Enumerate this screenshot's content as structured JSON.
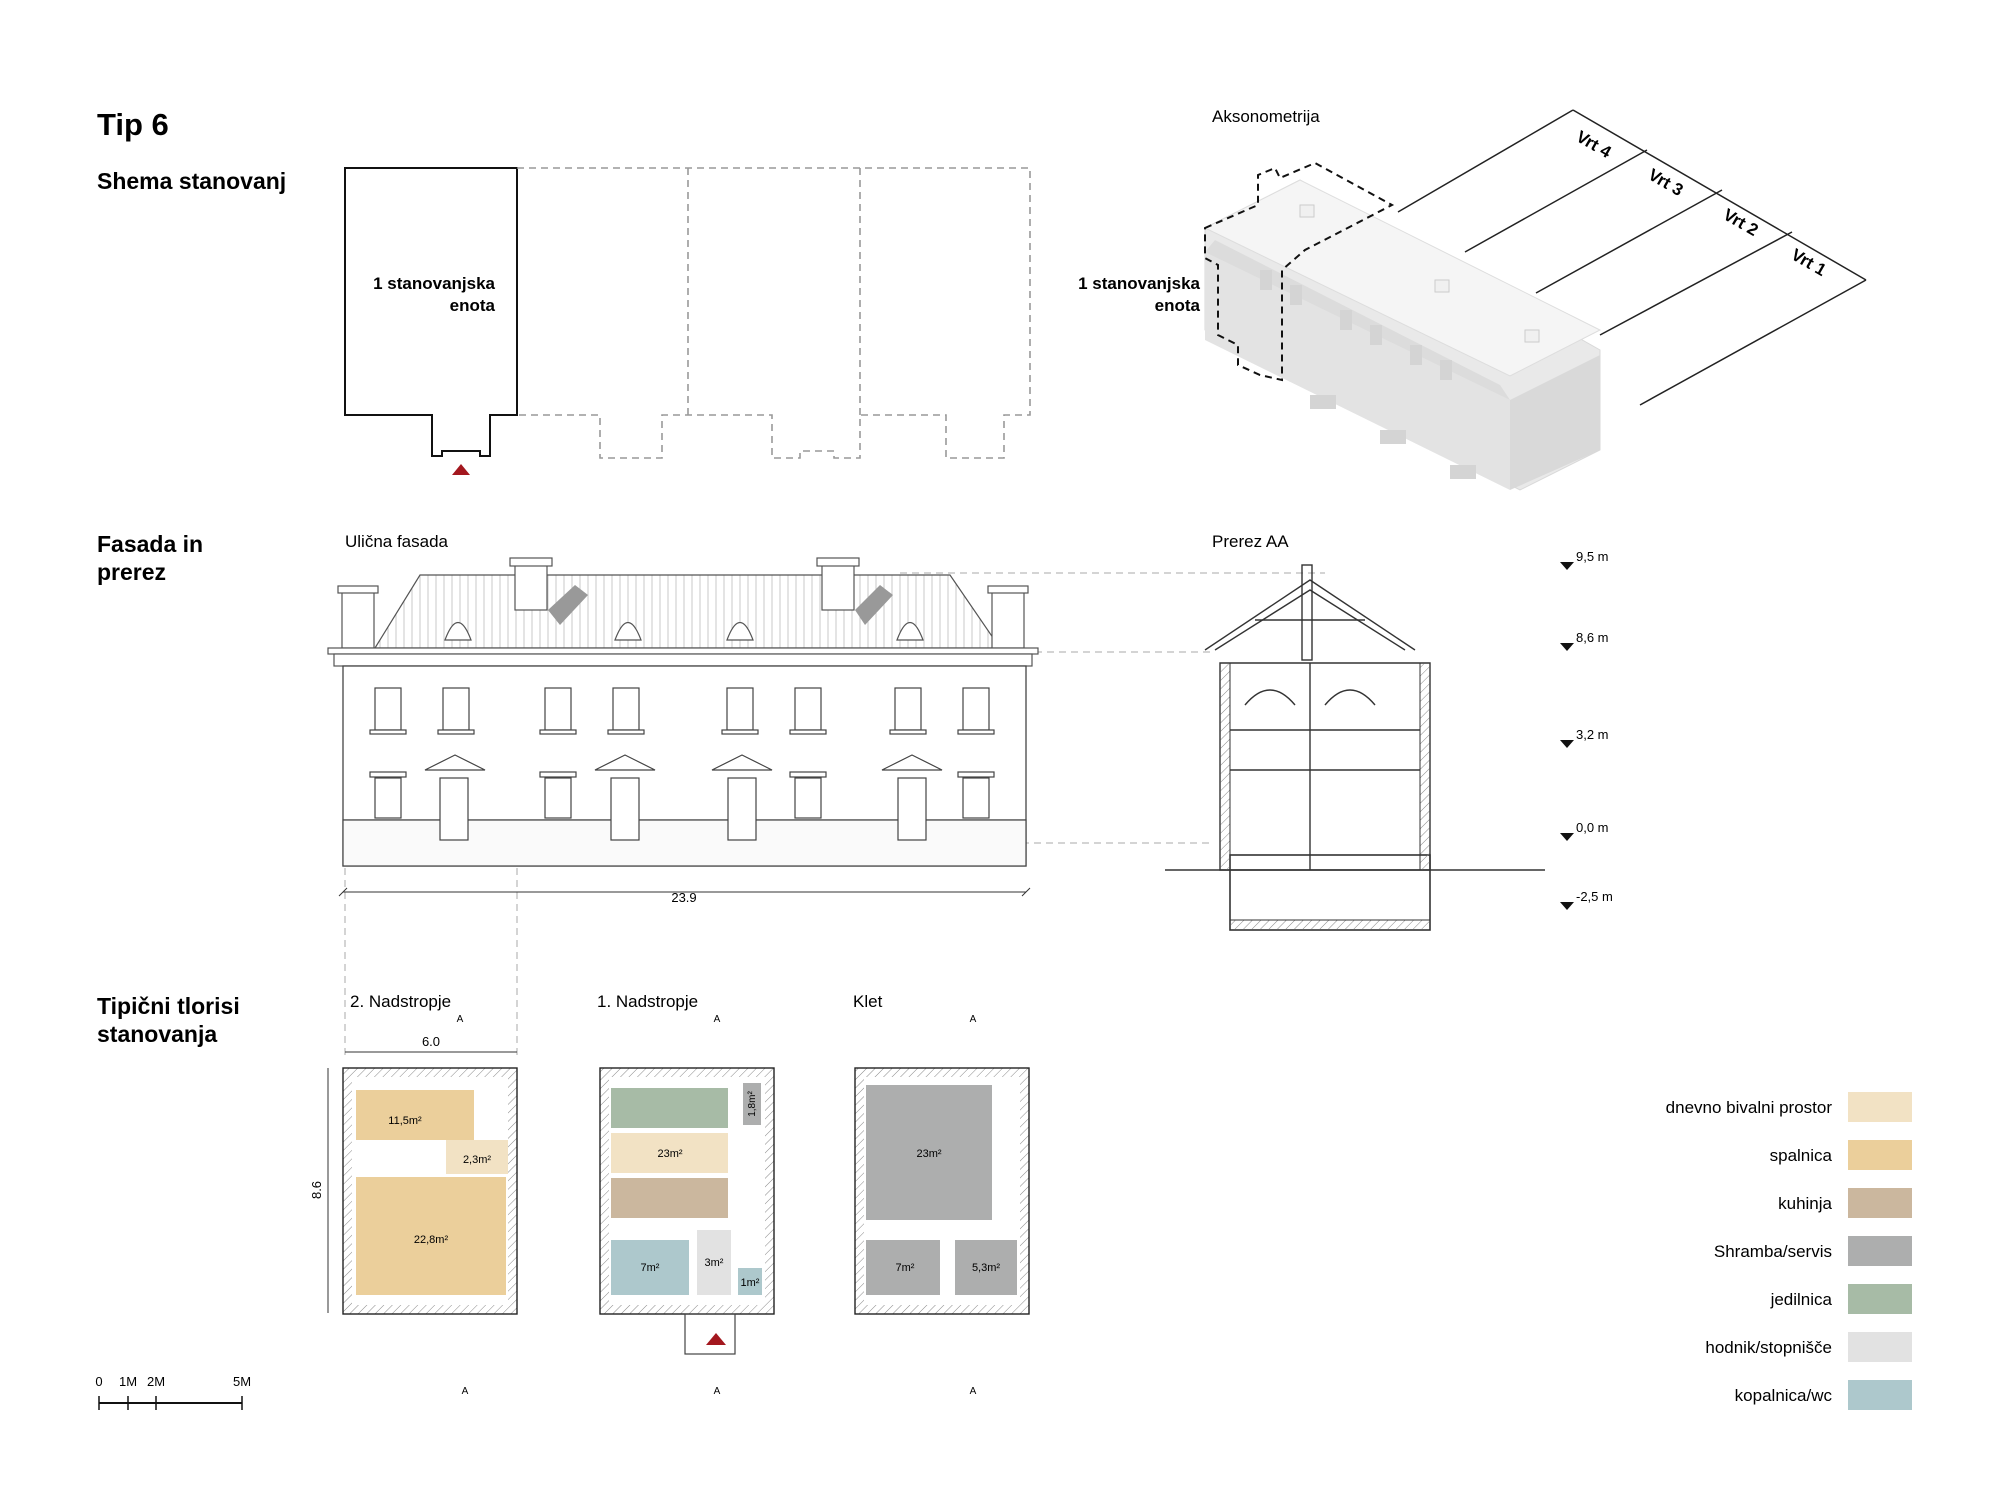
{
  "title": "Tip 6",
  "sections": {
    "scheme": "Shema stanovanj",
    "facade": [
      "Fasada in",
      "prerez"
    ],
    "plans": [
      "Tipični tlorisi",
      "stanovanja"
    ]
  },
  "scheme": {
    "unit_label": [
      "1 stanovanjska",
      "enota"
    ]
  },
  "axonometry": {
    "title": "Aksonometrija",
    "unit_label": [
      "1 stanovanjska",
      "enota"
    ],
    "gardens": [
      "Vrt 4",
      "Vrt 3",
      "Vrt 2",
      "Vrt 1"
    ]
  },
  "facade": {
    "title": "Ulična fasada",
    "width_dim": "23.9"
  },
  "section": {
    "title": "Prerez AA",
    "levels": [
      "9,5 m",
      "8,6 m",
      "3,2 m",
      "0,0 m",
      "-2,5 m"
    ]
  },
  "plans": {
    "floor2": {
      "title": "2. Nadstropje",
      "width_dim": "6.0",
      "depth_dim": "8.6",
      "rooms": [
        "11,5m²",
        "2,3m²",
        "22,8m²"
      ]
    },
    "floor1": {
      "title": "1. Nadstropje",
      "rooms": [
        "1,8m²",
        "23m²",
        "7m²",
        "3m²",
        "1m²"
      ]
    },
    "basement": {
      "title": "Klet",
      "rooms": [
        "23m²",
        "7m²",
        "5,3m²"
      ]
    },
    "section_marker": "A"
  },
  "scale_bar": [
    "0",
    "1M",
    "2M",
    "5M"
  ],
  "legend": [
    {
      "label": "dnevno bivalni prostor",
      "color": "#f2e2c4"
    },
    {
      "label": "spalnica",
      "color": "#ebcf9b"
    },
    {
      "label": "kuhinja",
      "color": "#cbb79e"
    },
    {
      "label": "Shramba/servis",
      "color": "#adaeae"
    },
    {
      "label": "jedilnica",
      "color": "#a7bba6"
    },
    {
      "label": "hodnik/stopnišče",
      "color": "#e2e2e2"
    },
    {
      "label": "kopalnica/wc",
      "color": "#adc8cc"
    }
  ],
  "accent_color": "#a3171e"
}
